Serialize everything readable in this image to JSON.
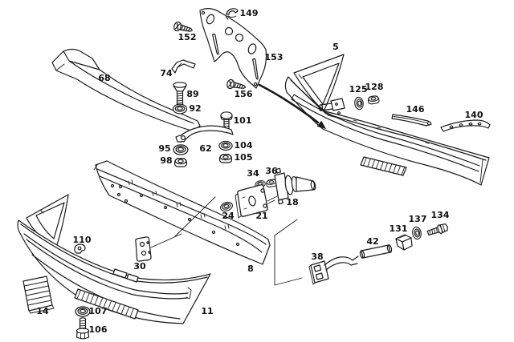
{
  "diagram": {
    "background_color": "#ffffff",
    "line_color": "#1a1a1a",
    "label_color": "#111111"
  },
  "parts": {
    "n5": "5",
    "n8": "8",
    "n11": "11",
    "n14": "14",
    "n18": "18",
    "n21": "21",
    "n24": "24",
    "n30": "30",
    "n34": "34",
    "n36": "36",
    "n38": "38",
    "n42": "42",
    "n62": "62",
    "n68": "68",
    "n74": "74",
    "n89": "89",
    "n92": "92",
    "n95": "95",
    "n98": "98",
    "n101": "101",
    "n104": "104",
    "n105": "105",
    "n106": "106",
    "n107": "107",
    "n110": "110",
    "n125": "125",
    "n128": "128",
    "n131": "131",
    "n134": "134",
    "n137": "137",
    "n140": "140",
    "n146": "146",
    "n149": "149",
    "n152": "152",
    "n153": "153",
    "n156": "156"
  }
}
